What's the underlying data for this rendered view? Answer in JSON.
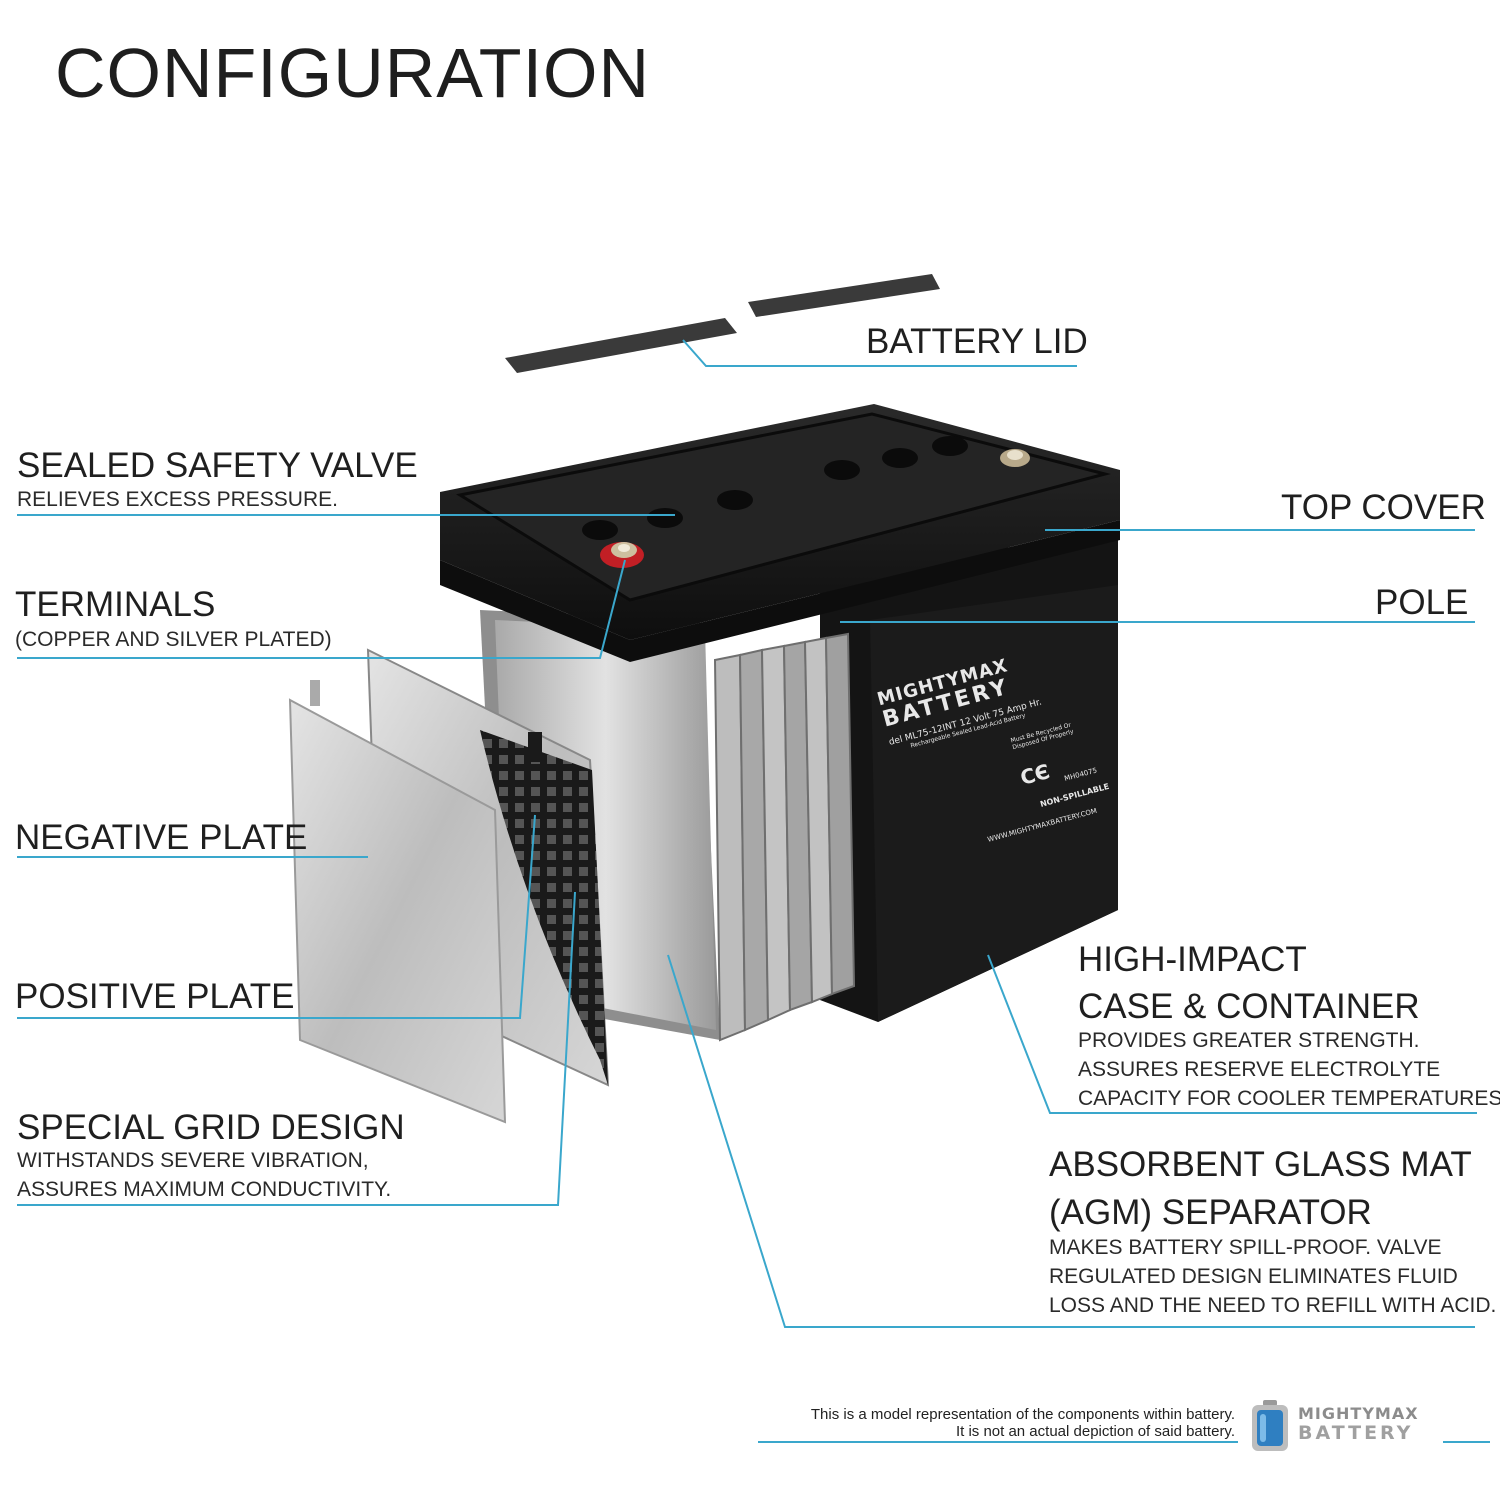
{
  "title": "CONFIGURATION",
  "callouts": {
    "battery_lid": {
      "label": "BATTERY LID"
    },
    "sealed_safety_valve": {
      "label": "SEALED SAFETY VALVE",
      "desc": "RELIEVES EXCESS PRESSURE."
    },
    "top_cover": {
      "label": "TOP COVER"
    },
    "terminals": {
      "label": "TERMINALS",
      "desc": "(COPPER AND SILVER PLATED)"
    },
    "pole": {
      "label": "POLE"
    },
    "negative_plate": {
      "label": "NEGATIVE PLATE"
    },
    "positive_plate": {
      "label": "POSITIVE PLATE"
    },
    "special_grid": {
      "label": "SPECIAL GRID DESIGN",
      "desc1": "WITHSTANDS SEVERE VIBRATION,",
      "desc2": "ASSURES MAXIMUM CONDUCTIVITY."
    },
    "case": {
      "label1": "HIGH-IMPACT",
      "label2": "CASE & CONTAINER",
      "desc1": "PROVIDES GREATER STRENGTH.",
      "desc2": "ASSURES RESERVE ELECTROLYTE",
      "desc3": "CAPACITY FOR COOLER TEMPERATURES."
    },
    "agm": {
      "label1": "ABSORBENT GLASS MAT",
      "label2": "(AGM) SEPARATOR",
      "desc1": "MAKES BATTERY SPILL-PROOF. VALVE",
      "desc2": "REGULATED DESIGN ELIMINATES FLUID",
      "desc3": "LOSS AND THE NEED TO REFILL WITH ACID."
    }
  },
  "battery_label": {
    "brand_line1": "MIGHTYMAX",
    "brand_line2": "BATTERY",
    "model": "del ML75-12INT  12 Volt 75 Amp Hr.",
    "subtitle": "Rechargeable Sealed Lead-Acid Battery",
    "recycle": "Must Be Recycled Or Disposed Of Properly",
    "cert": "MH04075",
    "spill": "NON-SPILLABLE",
    "website": "WWW.MIGHTYMAXBATTERY.COM"
  },
  "footer": {
    "line1": "This is a model representation of the components within battery.",
    "line2": "It is not an actual depiction of said battery.",
    "logo_line1": "MIGHTYMAX",
    "logo_line2": "BATTERY"
  },
  "colors": {
    "callout_line": "#3aa7cc",
    "battery_body": "#1a1a1a",
    "plate": "#c9c9c9"
  }
}
